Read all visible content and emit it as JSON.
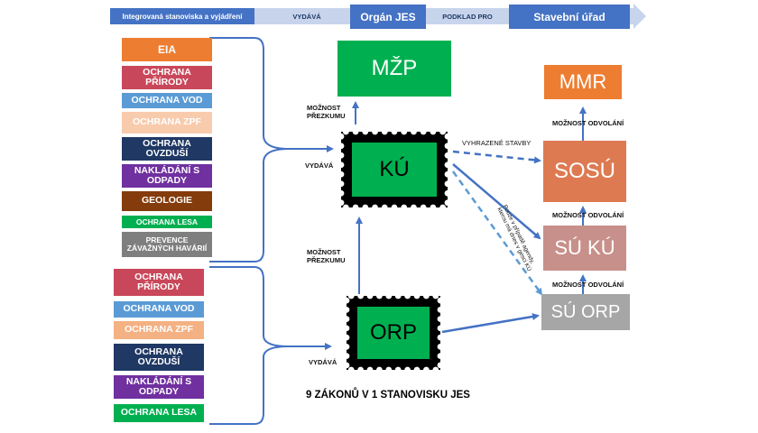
{
  "header": {
    "left": "Integrovaná stanoviska a vyjádření",
    "arrow1": "VYDÁVÁ",
    "center": "Orgán JES",
    "arrow2": "PODKLAD PRO",
    "right": "Stavební úřad"
  },
  "left_top_boxes": [
    {
      "label": "EIA",
      "color": "#ED7D31"
    },
    {
      "label": "OCHRANA PŘÍRODY",
      "color": "#C9475A"
    },
    {
      "label": "OCHRANA VOD",
      "color": "#5B9BD5"
    },
    {
      "label": "OCHRANA ZPF",
      "color": "#F8CBAD"
    },
    {
      "label": "OCHRANA OVZDUŠÍ",
      "color": "#1F3864"
    },
    {
      "label": "NAKLÁDÁNÍ S ODPADY",
      "color": "#7030A0"
    },
    {
      "label": "GEOLOGIE",
      "color": "#843C0C"
    },
    {
      "label": "OCHRANA LESA",
      "color": "#00B050"
    },
    {
      "label": "PREVENCE ZÁVAŽNÝCH HAVÁRIÍ",
      "color": "#7F7F7F"
    }
  ],
  "left_bottom_boxes": [
    {
      "label": "OCHRANA PŘÍRODY",
      "color": "#C9475A"
    },
    {
      "label": "OCHRANA VOD",
      "color": "#5B9BD5"
    },
    {
      "label": "OCHRANA ZPF",
      "color": "#F4B183"
    },
    {
      "label": "OCHRANA OVZDUŠÍ",
      "color": "#1F3864"
    },
    {
      "label": "NAKLÁDÁNÍ S ODPADY",
      "color": "#7030A0"
    },
    {
      "label": "OCHRANA LESA",
      "color": "#00B050"
    }
  ],
  "center": {
    "mzp": "MŽP",
    "ku": "KÚ",
    "orp": "ORP",
    "mzp_color": "#00B050",
    "stamp_color": "#00B050",
    "moznost_prezkumu_top": "MOŽNOST PŘEZKUMU",
    "moznost_prezkumu_bottom": "MOŽNOST PŘEZKUMU",
    "vydava_ku": "VYDÁVÁ",
    "vydava_orp": "VYDÁVÁ"
  },
  "right": {
    "mmr": "MMR",
    "sosu": "SOSÚ",
    "su_ku": "SÚ KÚ",
    "su_orp": "SÚ ORP",
    "mmr_color": "#ED7D31",
    "sosu_color": "#DE7A52",
    "su_ku_color": "#C8908A",
    "su_orp_color": "#A6A6A6",
    "odvolani_1": "MOŽNOST ODVOLÁNÍ",
    "odvolani_2": "MOŽNOST ODVOLÁNÍ",
    "odvolani_3": "MOŽNOST ODVOLÁNÍ",
    "vyhrazene": "VYHRAZENÉ STAVBY",
    "pouze": "Pouze v případě agendy, kterou má dnes v gesci KÚ"
  },
  "footer": "9 ZÁKONŮ V 1 STANOVISKU JES",
  "colors": {
    "arrow_blue": "#4472C4",
    "header_bar": "#8FAADC",
    "header_box": "#4472C4"
  }
}
